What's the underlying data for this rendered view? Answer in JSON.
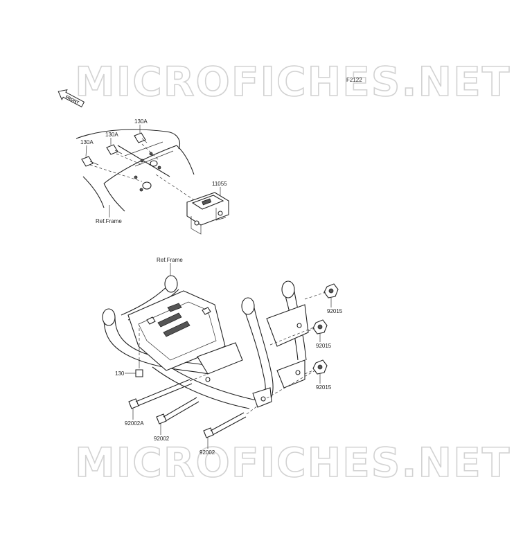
{
  "watermark": "MICROFICHES.NET",
  "figure_code": "F2122",
  "front_badge": "FRONT",
  "labels": {
    "bolt_130a_left": "130A",
    "bolt_130a_mid": "130A",
    "bolt_130a_top": "130A",
    "ref_frame_upper": "Ref.Frame",
    "bracket_11055": "11055",
    "ref_frame_lower": "Ref.Frame",
    "nut_92015_top": "92015",
    "nut_92015_mid": "92015",
    "nut_92015_bottom": "92015",
    "bolt_130": "130",
    "bolt_92002a": "92002A",
    "bolt_92002_mid": "92002",
    "bolt_92002_right": "92002"
  },
  "icons": [
    "front-arrow-icon"
  ]
}
